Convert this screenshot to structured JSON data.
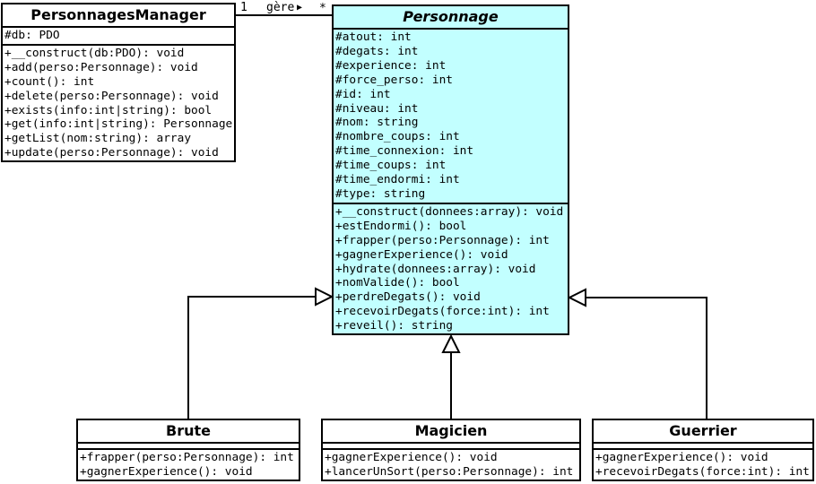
{
  "diagram": {
    "association": {
      "from_multiplicity": "1",
      "name": "gère",
      "navigability_arrow": "▶",
      "to_multiplicity": "*"
    },
    "colors": {
      "abstract_class_fill": "#c2ffff",
      "class_fill": "#ffffff",
      "border": "#000000",
      "text": "#000000"
    }
  },
  "classes": {
    "manager": {
      "title": "PersonnagesManager",
      "attributes": [
        "#db: PDO"
      ],
      "methods": [
        "+__construct(db:PDO): void",
        "+add(perso:Personnage): void",
        "+count(): int",
        "+delete(perso:Personnage): void",
        "+exists(info:int|string): bool",
        "+get(info:int|string): Personnage",
        "+getList(nom:string): array",
        "+update(perso:Personnage): void"
      ]
    },
    "personnage": {
      "title": "Personnage",
      "attributes": [
        "#atout: int",
        "#degats: int",
        "#experience: int",
        "#force_perso: int",
        "#id: int",
        "#niveau: int",
        "#nom: string",
        "#nombre_coups: int",
        "#time_connexion: int",
        "#time_coups: int",
        "#time_endormi: int",
        "#type: string"
      ],
      "methods": [
        "+__construct(donnees:array): void",
        "+estEndormi(): bool",
        "+frapper(perso:Personnage): int",
        "+gagnerExperience(): void",
        "+hydrate(donnees:array): void",
        "+nomValide(): bool",
        "+perdreDegats(): void",
        "+recevoirDegats(force:int): int",
        "+reveil(): string"
      ]
    },
    "brute": {
      "title": "Brute",
      "attributes": [],
      "methods": [
        "+frapper(perso:Personnage): int",
        "+gagnerExperience(): void"
      ]
    },
    "magicien": {
      "title": "Magicien",
      "attributes": [],
      "methods": [
        "+gagnerExperience(): void",
        "+lancerUnSort(perso:Personnage): int"
      ]
    },
    "guerrier": {
      "title": "Guerrier",
      "attributes": [],
      "methods": [
        "+gagnerExperience(): void",
        "+recevoirDegats(force:int): int"
      ]
    }
  }
}
